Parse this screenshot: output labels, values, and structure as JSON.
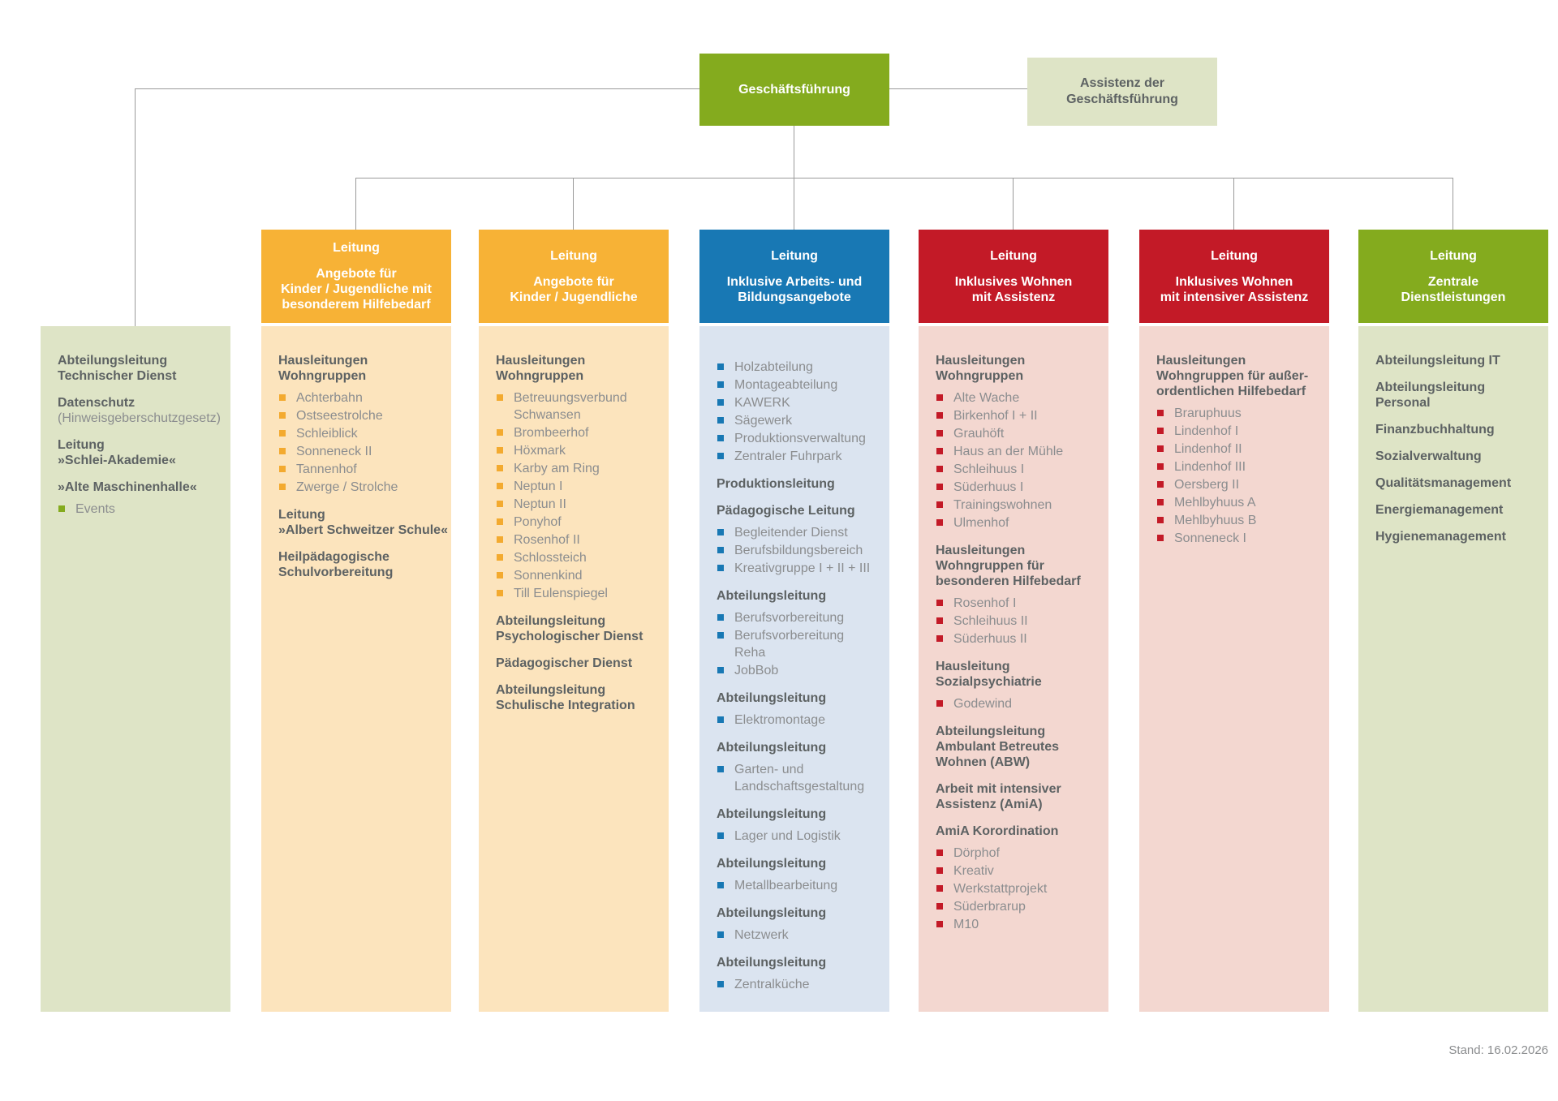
{
  "chart": {
    "root": "Geschäftsführung",
    "assistant": "Assistenz der\nGeschäftsführung",
    "footer": "Stand: 16.02.2026"
  },
  "colors": {
    "green": "#84ab1e",
    "green_light": "#dee4c6",
    "yellow": "#f7b236",
    "yellow_light": "#fce4bd",
    "blue": "#1878b4",
    "blue_light": "#dbe4f0",
    "red": "#c31a27",
    "red_light": "#f3d7d0",
    "heading_text": "#5d6263",
    "item_text": "#8b8d8f",
    "line": "#9a9a9a"
  },
  "columns": [
    {
      "id": "technischer-dienst",
      "theme": "green",
      "sections": [
        {
          "heading": [
            "Abteilungsleitung",
            "Technischer Dienst"
          ]
        },
        {
          "heading": [
            "Datenschutz"
          ],
          "note": "(Hinweisgeberschutzgesetz)"
        },
        {
          "heading": [
            "Leitung",
            "»Schlei-Akademie«"
          ]
        },
        {
          "heading": [
            "»Alte Maschinenhalle«"
          ],
          "items": [
            "Events"
          ]
        }
      ]
    },
    {
      "id": "kinder-jugendliche-besonderer-hilfebedarf",
      "theme": "yellow",
      "header": {
        "title": "Leitung",
        "subtitle": [
          "Angebote für",
          "Kinder / Jugendliche mit",
          "besonderem Hilfebedarf"
        ]
      },
      "sections": [
        {
          "heading": [
            "Hausleitungen",
            "Wohngruppen"
          ],
          "items": [
            "Achterbahn",
            "Ostseestrolche",
            "Schleiblick",
            "Sonneneck II",
            "Tannenhof",
            "Zwerge / Strolche"
          ]
        },
        {
          "heading": [
            "Leitung",
            "»Albert Schweitzer Schule«"
          ]
        },
        {
          "heading": [
            "Heilpädagogische",
            "Schulvorbereitung"
          ]
        }
      ]
    },
    {
      "id": "kinder-jugendliche",
      "theme": "yellow",
      "header": {
        "title": "Leitung",
        "subtitle": [
          "Angebote für",
          "Kinder / Jugendliche"
        ]
      },
      "sections": [
        {
          "heading": [
            "Hausleitungen",
            "Wohngruppen"
          ],
          "items": [
            "Betreuungsverbund Schwansen",
            "Brombeerhof",
            "Höxmark",
            "Karby am Ring",
            "Neptun I",
            "Neptun II",
            "Ponyhof",
            "Rosenhof II",
            "Schlossteich",
            "Sonnenkind",
            "Till Eulenspiegel"
          ]
        },
        {
          "heading": [
            "Abteilungsleitung",
            "Psychologischer Dienst"
          ]
        },
        {
          "heading": [
            "Pädagogischer Dienst"
          ]
        },
        {
          "heading": [
            "Abteilungsleitung",
            "Schulische Integration"
          ]
        }
      ]
    },
    {
      "id": "inklusive-arbeits-und-bildungsangebote",
      "theme": "blue",
      "header": {
        "title": "Leitung",
        "subtitle": [
          "Inklusive Arbeits- und",
          "Bildungsangebote"
        ]
      },
      "sections": [
        {
          "items": [
            "Holzabteilung",
            "Montageabteilung",
            "KAWERK",
            "Sägewerk",
            "Produktionsverwaltung",
            "Zentraler Fuhrpark"
          ]
        },
        {
          "heading": [
            "Produktionsleitung"
          ]
        },
        {
          "heading": [
            "Pädagogische Leitung"
          ],
          "items": [
            "Begleitender Dienst",
            "Berufsbildungsbereich",
            "Kreativgruppe I + II + III"
          ]
        },
        {
          "heading": [
            "Abteilungsleitung"
          ],
          "items": [
            "Berufsvorbereitung",
            "Berufsvorbereitung Reha",
            "JobBob"
          ]
        },
        {
          "heading": [
            "Abteilungsleitung"
          ],
          "items": [
            "Elektromontage"
          ]
        },
        {
          "heading": [
            "Abteilungsleitung"
          ],
          "items": [
            "Garten- und Landschaftsgestaltung"
          ]
        },
        {
          "heading": [
            "Abteilungsleitung"
          ],
          "items": [
            "Lager und Logistik"
          ]
        },
        {
          "heading": [
            "Abteilungsleitung"
          ],
          "items": [
            "Metallbearbeitung"
          ]
        },
        {
          "heading": [
            "Abteilungsleitung"
          ],
          "items": [
            "Netzwerk"
          ]
        },
        {
          "heading": [
            "Abteilungsleitung"
          ],
          "items": [
            "Zentralküche"
          ]
        }
      ]
    },
    {
      "id": "inklusives-wohnen-mit-assistenz",
      "theme": "red",
      "header": {
        "title": "Leitung",
        "subtitle": [
          "Inklusives Wohnen",
          "mit Assistenz"
        ]
      },
      "sections": [
        {
          "heading": [
            "Hausleitungen",
            "Wohngruppen"
          ],
          "items": [
            "Alte Wache",
            "Birkenhof I + II",
            "Grauhöft",
            "Haus an der Mühle",
            "Schleihuus I",
            "Süderhuus I",
            "Trainingswohnen",
            "Ulmenhof"
          ]
        },
        {
          "heading": [
            "Hausleitungen",
            "Wohngruppen für",
            "besonderen Hilfebedarf"
          ],
          "items": [
            "Rosenhof I",
            "Schleihuus II",
            "Süderhuus II"
          ]
        },
        {
          "heading": [
            "Hausleitung",
            "Sozialpsychiatrie"
          ],
          "items": [
            "Godewind"
          ]
        },
        {
          "heading": [
            "Abteilungsleitung",
            "Ambulant Betreutes",
            "Wohnen (ABW)"
          ]
        },
        {
          "heading": [
            "Arbeit mit intensiver",
            "Assistenz (AmiA)"
          ]
        },
        {
          "heading": [
            "AmiA Korordination"
          ],
          "items": [
            "Dörphof",
            "Kreativ",
            "Werkstattprojekt",
            "Süderbrarup",
            "M10"
          ]
        }
      ]
    },
    {
      "id": "inklusives-wohnen-mit-intensiver-assistenz",
      "theme": "red",
      "header": {
        "title": "Leitung",
        "subtitle": [
          "Inklusives Wohnen",
          "mit intensiver Assistenz"
        ]
      },
      "sections": [
        {
          "heading": [
            "Hausleitungen",
            "Wohngruppen für außer-",
            "ordentlichen Hilfebedarf"
          ],
          "items": [
            "Braruphuus",
            "Lindenhof I",
            "Lindenhof II",
            "Lindenhof III",
            "Oersberg II",
            "Mehlbyhuus A",
            "Mehlbyhuus B",
            "Sonneneck I"
          ]
        }
      ]
    },
    {
      "id": "zentrale-dienstleistungen",
      "theme": "green",
      "header": {
        "title": "Leitung",
        "subtitle": [
          "Zentrale",
          "Dienstleistungen"
        ]
      },
      "sections": [
        {
          "heading": [
            "Abteilungsleitung IT"
          ]
        },
        {
          "heading": [
            "Abteilungsleitung",
            "Personal"
          ]
        },
        {
          "heading": [
            "Finanzbuchhaltung"
          ]
        },
        {
          "heading": [
            "Sozialverwaltung"
          ]
        },
        {
          "heading": [
            "Qualitätsmanagement"
          ]
        },
        {
          "heading": [
            "Energiemanagement"
          ]
        },
        {
          "heading": [
            "Hygienemanagement"
          ]
        }
      ]
    }
  ]
}
